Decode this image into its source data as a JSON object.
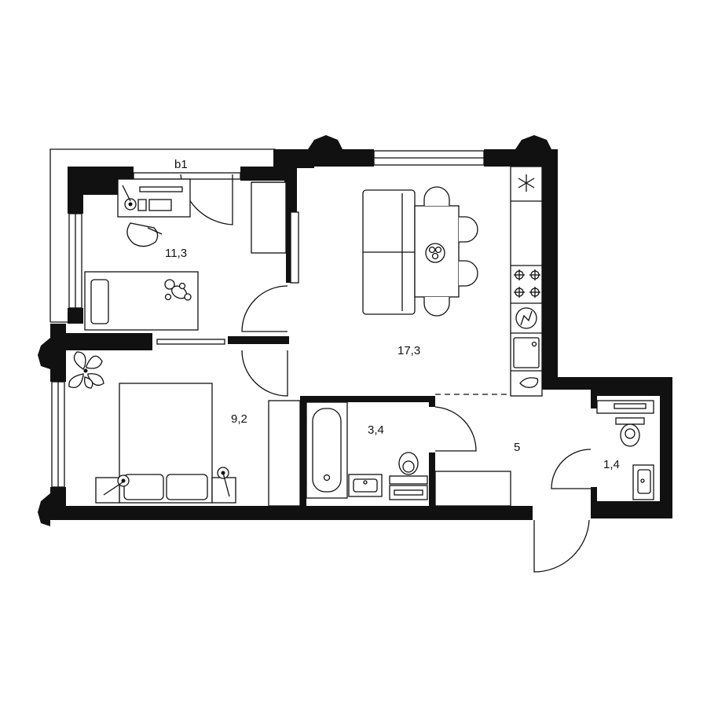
{
  "rooms": {
    "balcony": {
      "name": "b1"
    },
    "bedroom_kid": {
      "area": "11,3"
    },
    "living": {
      "area": "17,3"
    },
    "bedroom": {
      "area": "9,2"
    },
    "bath": {
      "area": "3,4"
    },
    "hall": {
      "area": "5"
    },
    "wc": {
      "area": "1,4"
    }
  },
  "icons": {
    "fridge": "snowflake-icon",
    "hob": "hob-icon",
    "oven": "oven-icon",
    "sink": "kitchen-sink-icon",
    "dishwasher": "drop-icon"
  }
}
